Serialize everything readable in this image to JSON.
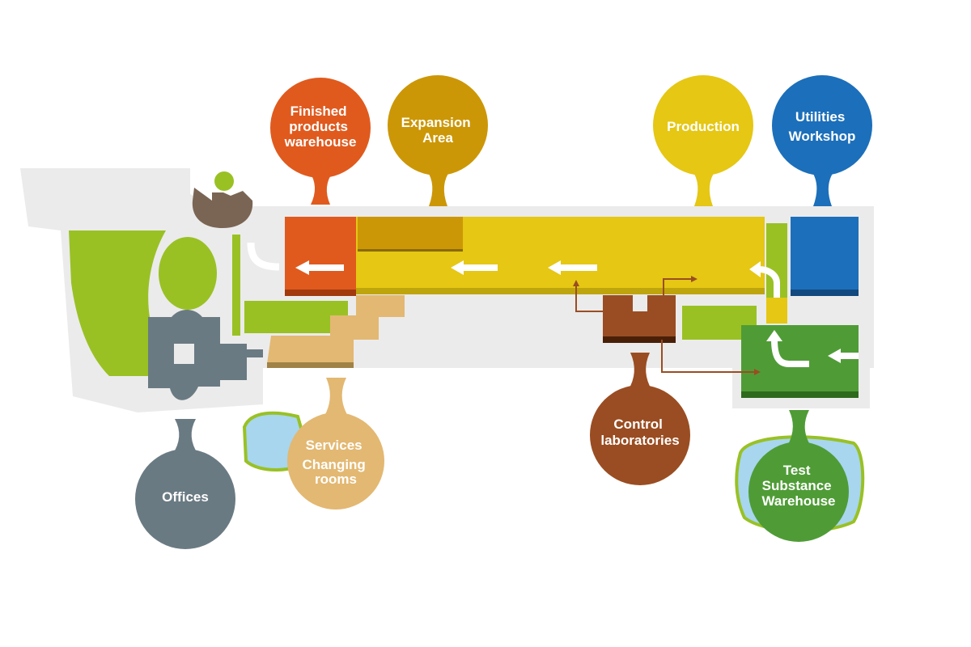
{
  "zones": {
    "finished_products_warehouse": {
      "label_lines": [
        "Finished",
        "products",
        "warehouse"
      ],
      "color": "#e05a1e"
    },
    "expansion_area": {
      "label_lines": [
        "Expansion",
        "Area"
      ],
      "color": "#cc9706"
    },
    "production": {
      "label_lines": [
        "Production"
      ],
      "color": "#e5c714"
    },
    "utilities_workshop": {
      "label_lines": [
        "Utilities",
        "Workshop"
      ],
      "color": "#1c6fba"
    },
    "offices": {
      "label_lines": [
        "Offices"
      ],
      "color": "#6a7a83"
    },
    "services_changing_rooms": {
      "label_lines": [
        "Services",
        "Changing",
        "rooms"
      ],
      "color": "#e3b872"
    },
    "control_laboratories": {
      "label_lines": [
        "Control",
        "laboratories"
      ],
      "color": "#9a4d22"
    },
    "test_substance_warehouse": {
      "label_lines": [
        "Test",
        "Substance",
        "Warehouse"
      ],
      "color": "#4f9c36"
    }
  },
  "colors": {
    "site_ground": "#ebebeb",
    "green_space": "#99c124",
    "water": "#a7d6ee",
    "gatehouse": "#7a6555",
    "flow_arrow": "#ffffff",
    "lab_link": "#9a4d22"
  }
}
